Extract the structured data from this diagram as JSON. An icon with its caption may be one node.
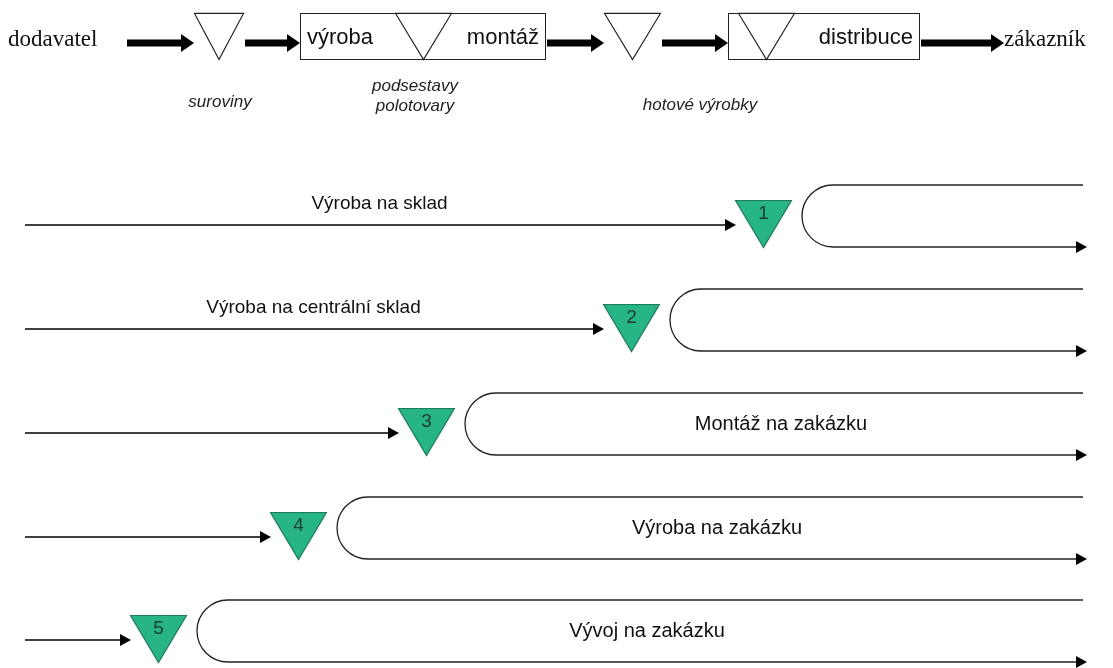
{
  "diagram": {
    "nodes": [
      {
        "text": [
          "dodavatel"
        ]
      },
      {
        "text": [],
        "shape": "triangle",
        "beside": [
          "suroviny"
        ]
      },
      {
        "text": [
          "výroba",
          "montáž"
        ],
        "beside": [
          "podsestavy polotovary"
        ]
      },
      {
        "text": [],
        "shape": "triangle",
        "in": 2
      },
      {
        "text": [],
        "shape": "triangle",
        "beside": [
          "hotové výrobky"
        ]
      },
      {
        "text": [
          "distribuce"
        ]
      },
      {
        "text": [],
        "shape": "triangle",
        "in": 5
      },
      {
        "text": [
          "zákazník"
        ]
      },
      {
        "text": [
          "1"
        ]
      },
      {
        "text": [
          "2"
        ]
      },
      {
        "text": [
          "3"
        ]
      },
      {
        "text": [
          "4"
        ]
      },
      {
        "text": [
          "5"
        ]
      }
    ],
    "edges": [
      {
        "from": 0,
        "to": 1,
        "arrow": "to",
        "style": "thick"
      },
      {
        "from": 1,
        "to": 2,
        "arrow": "to",
        "style": "thick"
      },
      {
        "from": 2,
        "to": 4,
        "arrow": "to",
        "style": "thick"
      },
      {
        "from": 4,
        "to": 5,
        "arrow": "to",
        "style": "thick"
      },
      {
        "from": 5,
        "to": 7,
        "arrow": "to",
        "style": "thick"
      },
      {
        "from": null,
        "to": 8,
        "arrow": "to",
        "label": "Výroba na sklad"
      },
      {
        "from": null,
        "to": 9,
        "arrow": "to",
        "label": "Výroba na centrální sklad"
      },
      {
        "from": null,
        "to": 10,
        "arrow": "to"
      },
      {
        "from": null,
        "to": 11,
        "arrow": "to"
      },
      {
        "from": null,
        "to": 12,
        "arrow": "to"
      },
      {
        "from": 8,
        "to": null,
        "arrow": "to"
      },
      {
        "from": 9,
        "to": null,
        "arrow": "to"
      },
      {
        "from": 10,
        "to": null,
        "arrow": "to",
        "label": "Montáž na zakázku"
      },
      {
        "from": 11,
        "to": null,
        "arrow": "to",
        "label": "Výroba na zakázku"
      },
      {
        "from": 12,
        "to": null,
        "arrow": "to",
        "label": "Vývoj na zakázku"
      }
    ]
  }
}
